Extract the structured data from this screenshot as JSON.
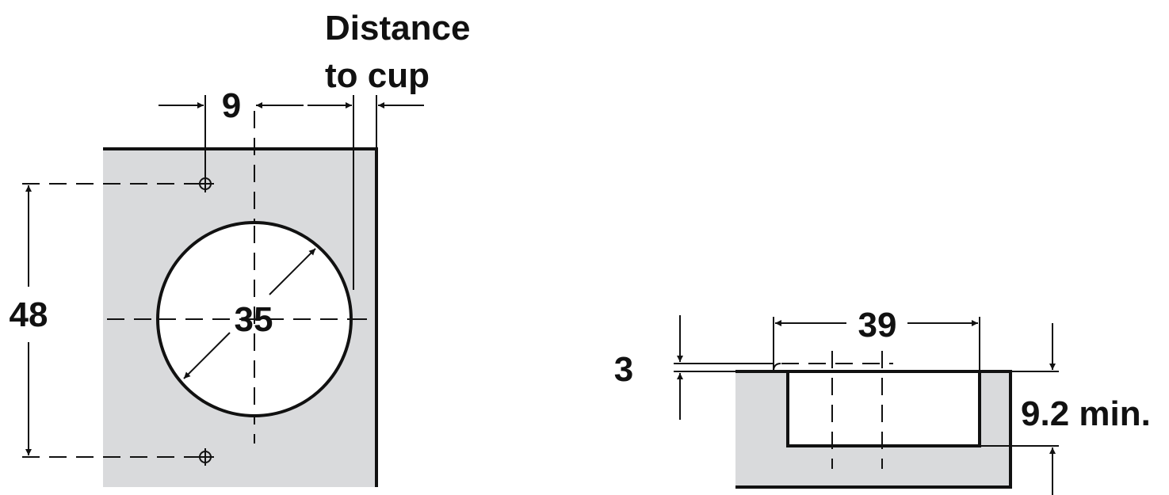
{
  "colors": {
    "panel": "#d9dadc",
    "line": "#111111"
  },
  "front_view": {
    "distance_label_line1": "Distance",
    "distance_label_line2": "to cup",
    "offset_label": "9",
    "height_label": "48",
    "diameter_label": "35"
  },
  "section_view": {
    "width_label": "39",
    "lip_label": "3",
    "depth_label": "9.2 min."
  }
}
